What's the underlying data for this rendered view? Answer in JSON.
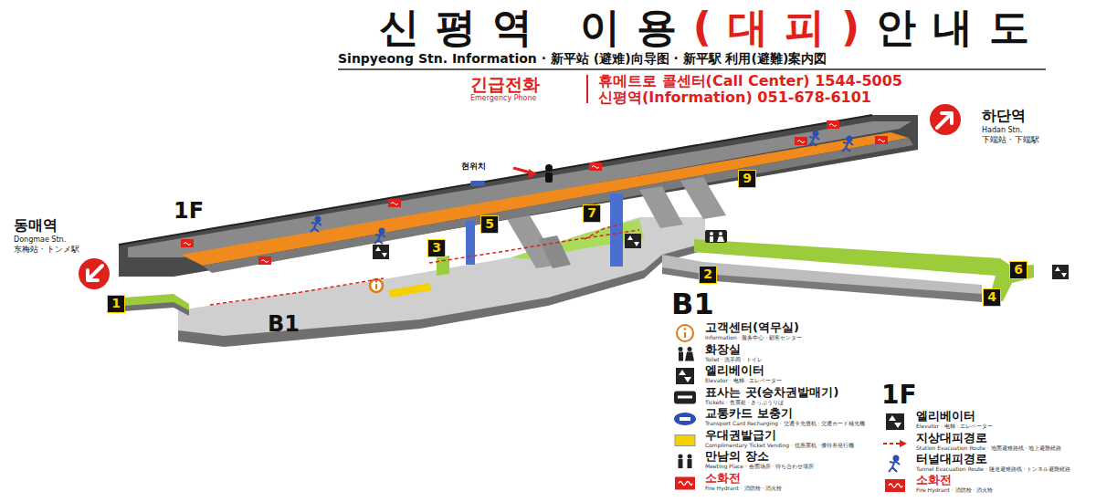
{
  "diagram": {
    "title": "신평역 이용(대피)안내도",
    "nodes": [
      {
        "text": [
          "1"
        ]
      },
      {
        "text": [
          "2"
        ]
      },
      {
        "text": [
          "3"
        ]
      },
      {
        "text": [
          "4"
        ]
      },
      {
        "text": [
          "5"
        ]
      },
      {
        "text": [
          "6"
        ]
      },
      {
        "text": [
          "7"
        ]
      },
      {
        "text": [
          "9"
        ]
      }
    ],
    "labels": [
      "Sinpyeong Stn. Information · 新平站 (避难)向导图 · 新平駅 利用(避難)案内図",
      "긴급전화",
      "Emergency Phone",
      "휴메트로 콜센터(Call Center) 1544-5005",
      "신평역(Information) 051-678-6101",
      "하단역",
      "Hadan Stn.",
      "下端站 · 下端駅",
      "동매역",
      "Dongmae Stn.",
      "东梅站 · トンメ駅",
      "1F",
      "현위치",
      "B1",
      "B1",
      "Information · 服务中心 · 顧客センター",
      "Toilet · 洗手间 · トイレ",
      "Elevator · 电梯 · エレベーター",
      "Tickets · 售票处 · きっぷうりば",
      "Transport Card Recharging · 交通卡充值机 · 交通カード補充機",
      "Complimentary Ticket Vending · 优惠票机 · 優待券発行機",
      "Meeting Place · 会面场所 · 待ち合わせ場所",
      "Fire Hydrant · 消防栓 · 消火栓",
      "1F",
      "Elevator · 电梯 · エレベーター",
      "Station Evacuation Route · 地面避难路线 · 地上避難経路",
      "Tunnel Evacuation Route · 隧道避难路线 · トンネル避難経路",
      "Fire Hydrant · 消防栓 · 消火栓"
    ],
    "legend": [
      {
        "text": "고객센터(역무실)"
      },
      {
        "text": "화장실"
      },
      {
        "text": "엘리베이터"
      },
      {
        "text": "표사는 곳(승차권발매기)"
      },
      {
        "text": "교통카드 보충기"
      },
      {
        "text": "우대권발급기"
      },
      {
        "text": "만남의 장소"
      },
      {
        "text": "소화전"
      },
      {
        "text": "엘리베이터"
      },
      {
        "text": "지상대피경로"
      },
      {
        "text": "터널대피경로"
      },
      {
        "text": "소화전"
      }
    ]
  }
}
